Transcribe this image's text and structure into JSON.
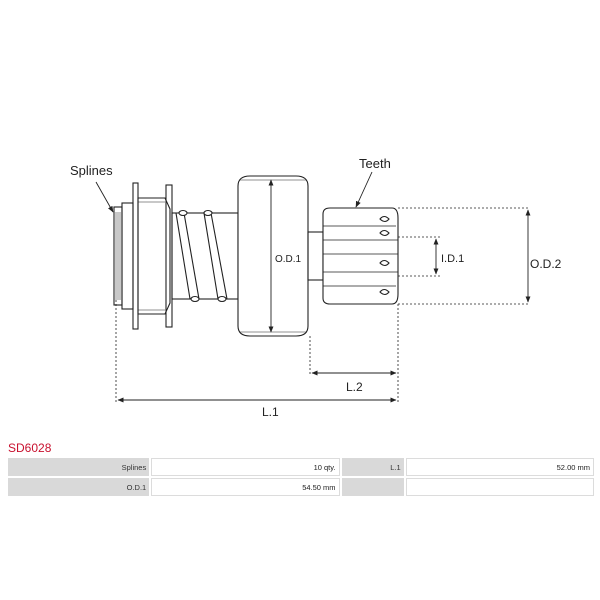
{
  "labels": {
    "splines": "Splines",
    "teeth": "Teeth",
    "od1": "O.D.1",
    "id1": "I.D.1",
    "od2": "O.D.2",
    "l1": "L.1",
    "l2": "L.2"
  },
  "part_code": "SD6028",
  "specs": {
    "row1": {
      "k1": "Splines",
      "v1": "10 qty.",
      "k2": "L.1",
      "v2": "52.00 mm"
    },
    "row2": {
      "k1": "O.D.1",
      "v1": "54.50 mm",
      "k2": "",
      "v2": ""
    }
  },
  "colors": {
    "line": "#222222",
    "code": "#c8102e",
    "table_key_bg": "#d9d9d9"
  }
}
